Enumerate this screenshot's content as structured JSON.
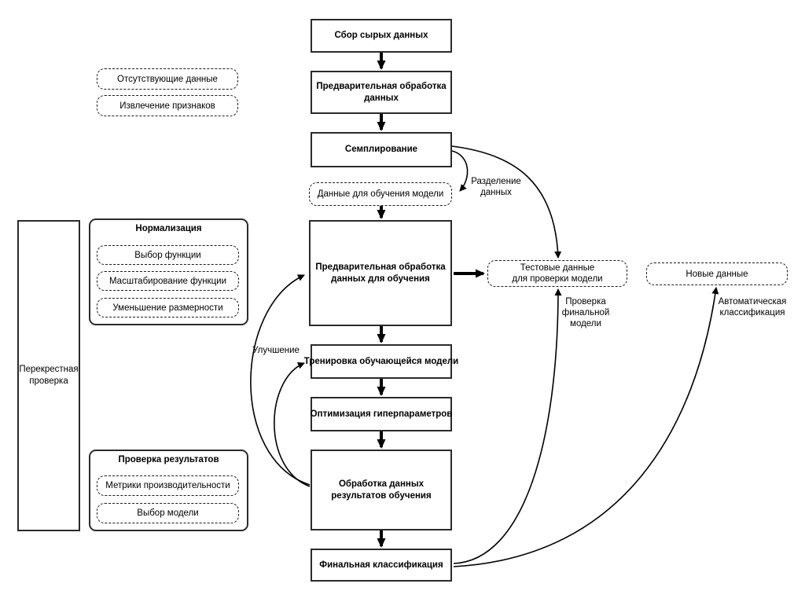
{
  "flow": {
    "raw": "Сбор сырых данных",
    "preprocess": "Предварительная обработка данных",
    "sampling": "Семплирование",
    "train_data": "Данные для обучения модели",
    "train_preprocess": "Предварительная обработка данных для обучения",
    "training": "Тренировка обучающейся модели",
    "hyperopt": "Оптимизация гиперпараметров",
    "results": "Обработка данных результатов обучения",
    "final": "Финальная классификация"
  },
  "left": {
    "missing_data": "Отсутствующие данные",
    "feature_extraction": "Извлечение признаков",
    "cross_validation": "Перекрестная проверка",
    "normalization_title": "Нормализация",
    "normalization_items": [
      "Выбор функции",
      "Масштабирование функции",
      "Уменьшение размерности"
    ],
    "results_title": "Проверка результатов",
    "results_items": [
      "Метрики производительности",
      "Выбор модели"
    ]
  },
  "right": {
    "test_data": "Тестовые данные\nдля проверки модели",
    "new_data": "Новые данные"
  },
  "edge_labels": {
    "split": "Разделение данных",
    "final_check": "Проверка финальной модели",
    "auto_class": "Автоматическая классификация",
    "improvement": "Улучшение"
  },
  "colors": {
    "line": "#000000",
    "border": "#2b2b2b",
    "background": "#ffffff"
  }
}
